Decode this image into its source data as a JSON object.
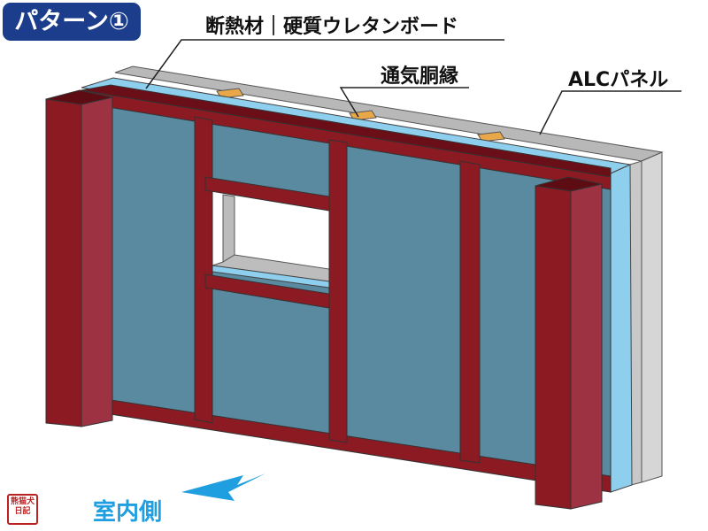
{
  "badge": "パターン①",
  "labels": {
    "insulation": "断熱材｜硬質ウレタンボード",
    "furring": "通気胴縁",
    "alc": "ALCパネル"
  },
  "indoor_side": "室内側",
  "logo_text": "熊猫犬日記",
  "colors": {
    "steel": "#8b1a22",
    "panel": "#5a8aa0",
    "insulation": "#8fcfee",
    "alc": "#c4c4c4",
    "furring": "#e8a84a",
    "accent": "#1f9fe0",
    "badge": "#1b3d8b"
  }
}
